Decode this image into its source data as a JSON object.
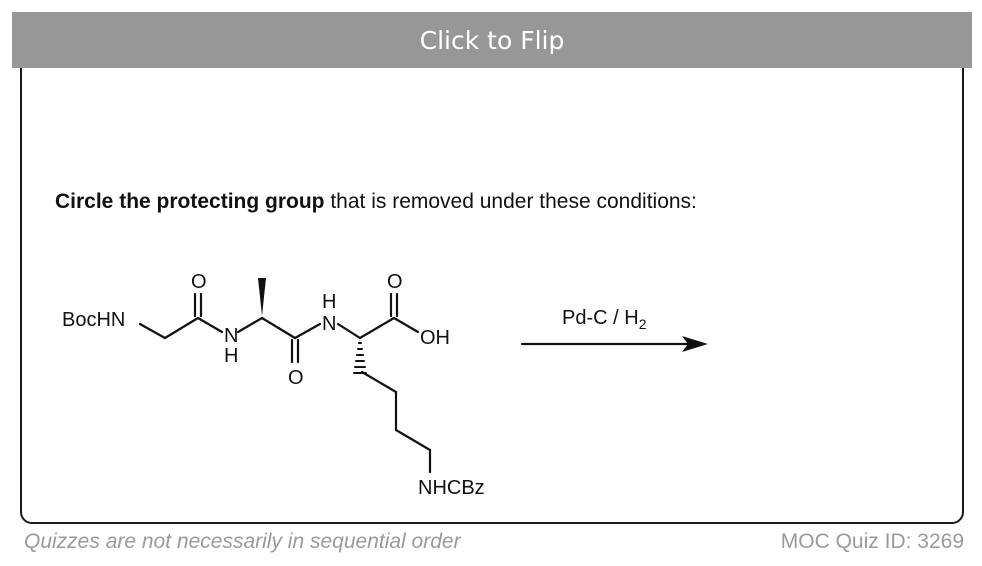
{
  "header": {
    "flip_label": "Click to Flip"
  },
  "question": {
    "bold_text": "Circle the protecting group",
    "rest_text": " that is removed under these conditions:"
  },
  "scheme": {
    "labels": {
      "boc_hn": "BocHN",
      "o": "O",
      "n": "N",
      "h": "H",
      "oh": "OH",
      "nhcbz": "NHCBz"
    },
    "reagent": "Pd-C / H",
    "reagent_subscript": "2"
  },
  "footer": {
    "disclaimer": "Quizzes are not necessarily in sequential order",
    "quiz_id": "MOC Quiz ID: 3269"
  },
  "colors": {
    "bar": "#979797",
    "footer_text": "#9a9a9a",
    "border": "#1a1a1a"
  }
}
